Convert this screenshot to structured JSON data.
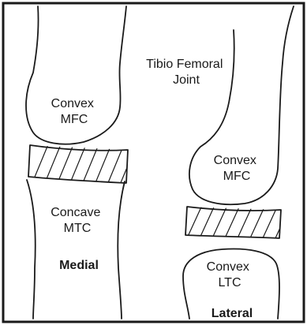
{
  "title": [
    "Tibio Femoral",
    "Joint"
  ],
  "medial": {
    "femur_label": [
      "Convex",
      "MFC"
    ],
    "tibia_label": [
      "Concave",
      "MTC"
    ],
    "side_label": "Medial"
  },
  "lateral": {
    "femur_label": [
      "Convex",
      "MFC"
    ],
    "tibia_label": [
      "Convex",
      "LTC"
    ],
    "side_label": "Lateral"
  }
}
